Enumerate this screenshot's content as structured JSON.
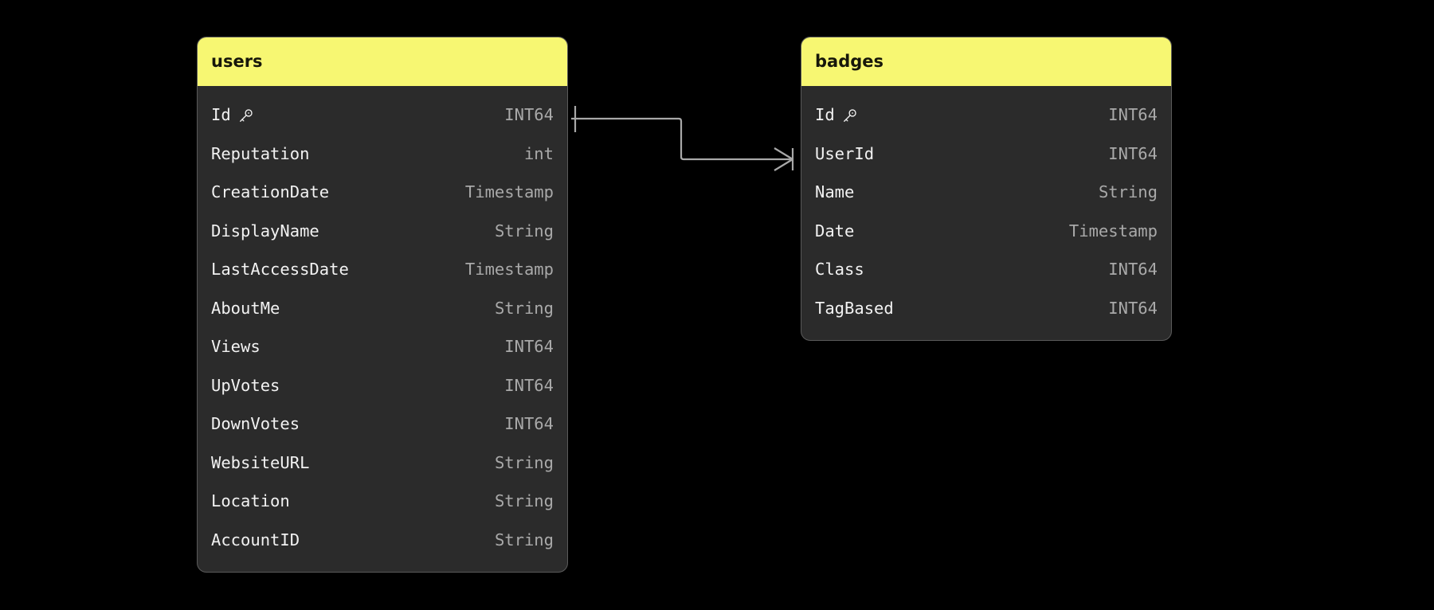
{
  "diagram": {
    "type": "entity-relationship-diagram",
    "background_color": "#000000",
    "accent_color": "#f7f772",
    "surface_color": "#2b2b2b",
    "field_name_color": "#f2f2f2",
    "field_type_color": "#a9a9a9",
    "connector_color": "#a8a8a8"
  },
  "entities": [
    {
      "id": "users",
      "title": "users",
      "fields": [
        {
          "name": "Id",
          "type": "INT64",
          "key": true,
          "key_icon": "key-icon"
        },
        {
          "name": "Reputation",
          "type": "int",
          "key": false
        },
        {
          "name": "CreationDate",
          "type": "Timestamp",
          "key": false
        },
        {
          "name": "DisplayName",
          "type": "String",
          "key": false
        },
        {
          "name": "LastAccessDate",
          "type": "Timestamp",
          "key": false
        },
        {
          "name": "AboutMe",
          "type": "String",
          "key": false
        },
        {
          "name": "Views",
          "type": "INT64",
          "key": false
        },
        {
          "name": "UpVotes",
          "type": "INT64",
          "key": false
        },
        {
          "name": "DownVotes",
          "type": "INT64",
          "key": false
        },
        {
          "name": "WebsiteURL",
          "type": "String",
          "key": false
        },
        {
          "name": "Location",
          "type": "String",
          "key": false
        },
        {
          "name": "AccountID",
          "type": "String",
          "key": false
        }
      ]
    },
    {
      "id": "badges",
      "title": "badges",
      "fields": [
        {
          "name": "Id",
          "type": "INT64",
          "key": true,
          "key_icon": "key-icon"
        },
        {
          "name": "UserId",
          "type": "INT64",
          "key": false
        },
        {
          "name": "Name",
          "type": "String",
          "key": false
        },
        {
          "name": "Date",
          "type": "Timestamp",
          "key": false
        },
        {
          "name": "Class",
          "type": "INT64",
          "key": false
        },
        {
          "name": "TagBased",
          "type": "INT64",
          "key": false
        }
      ]
    }
  ],
  "relationships": [
    {
      "id": "users-badges",
      "from_entity": "users",
      "from_field": "Id",
      "from_cardinality": "one",
      "to_entity": "badges",
      "to_field": "UserId",
      "to_cardinality": "many"
    }
  ]
}
